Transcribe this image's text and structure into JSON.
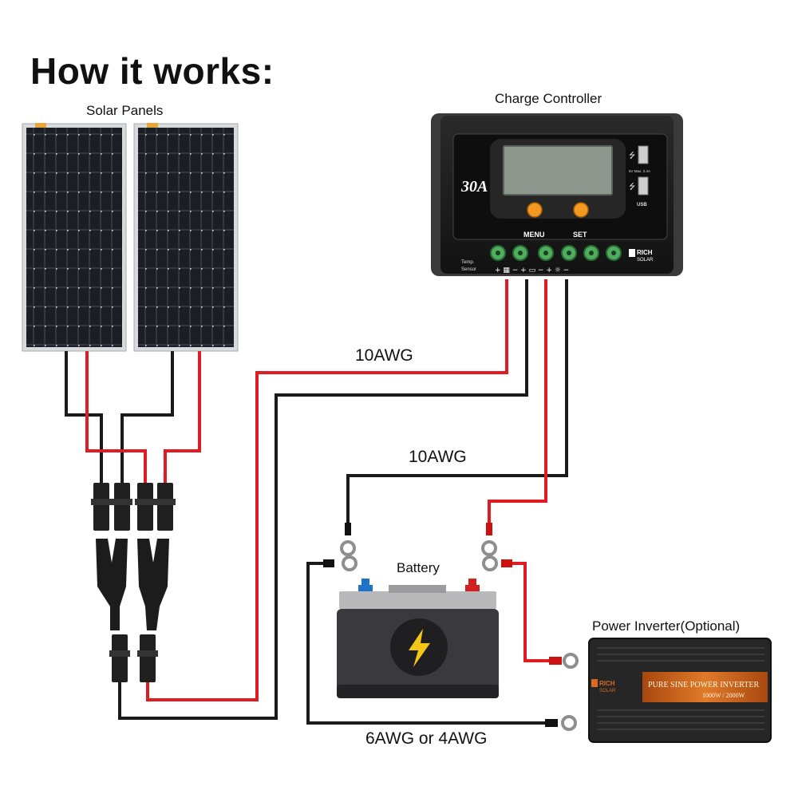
{
  "title": "How it works:",
  "labels": {
    "solar_panels": "Solar Panels",
    "charge_controller": "Charge Controller",
    "battery": "Battery",
    "inverter": "Power Inverter(Optional)"
  },
  "wires": {
    "pv_to_controller": "10AWG",
    "controller_to_battery": "10AWG",
    "battery_to_inverter": "6AWG or 4AWG"
  },
  "controller": {
    "rating": "30A",
    "menu_label": "MENU",
    "set_label": "SET",
    "usb_label": "USB",
    "usb_spec": "5V Max. 2.4A",
    "temp_label_1": "Temp.",
    "temp_label_2": "Sensor",
    "brand_1": "RICH",
    "brand_2": "SOLAR"
  },
  "inverter": {
    "stripe_text": "PURE SINE POWER INVERTER",
    "rating": "1000W / 2000W",
    "brand_1": "RICH",
    "brand_2": "SOLAR"
  },
  "colors": {
    "positive_wire": "#e11b22",
    "negative_wire": "#1a1a1a",
    "controller_body": "#1c1c1c",
    "lcd": "#8d978e",
    "button": "#f29a1f",
    "terminal": "#4fae5e",
    "battery_body": "#3a3a3e",
    "battery_top": "#b9b9bb",
    "battery_pos_post": "#d42020",
    "battery_neg_post": "#1e73c8",
    "bolt": "#f5c518",
    "inverter_stripe": "#d96a1e"
  }
}
